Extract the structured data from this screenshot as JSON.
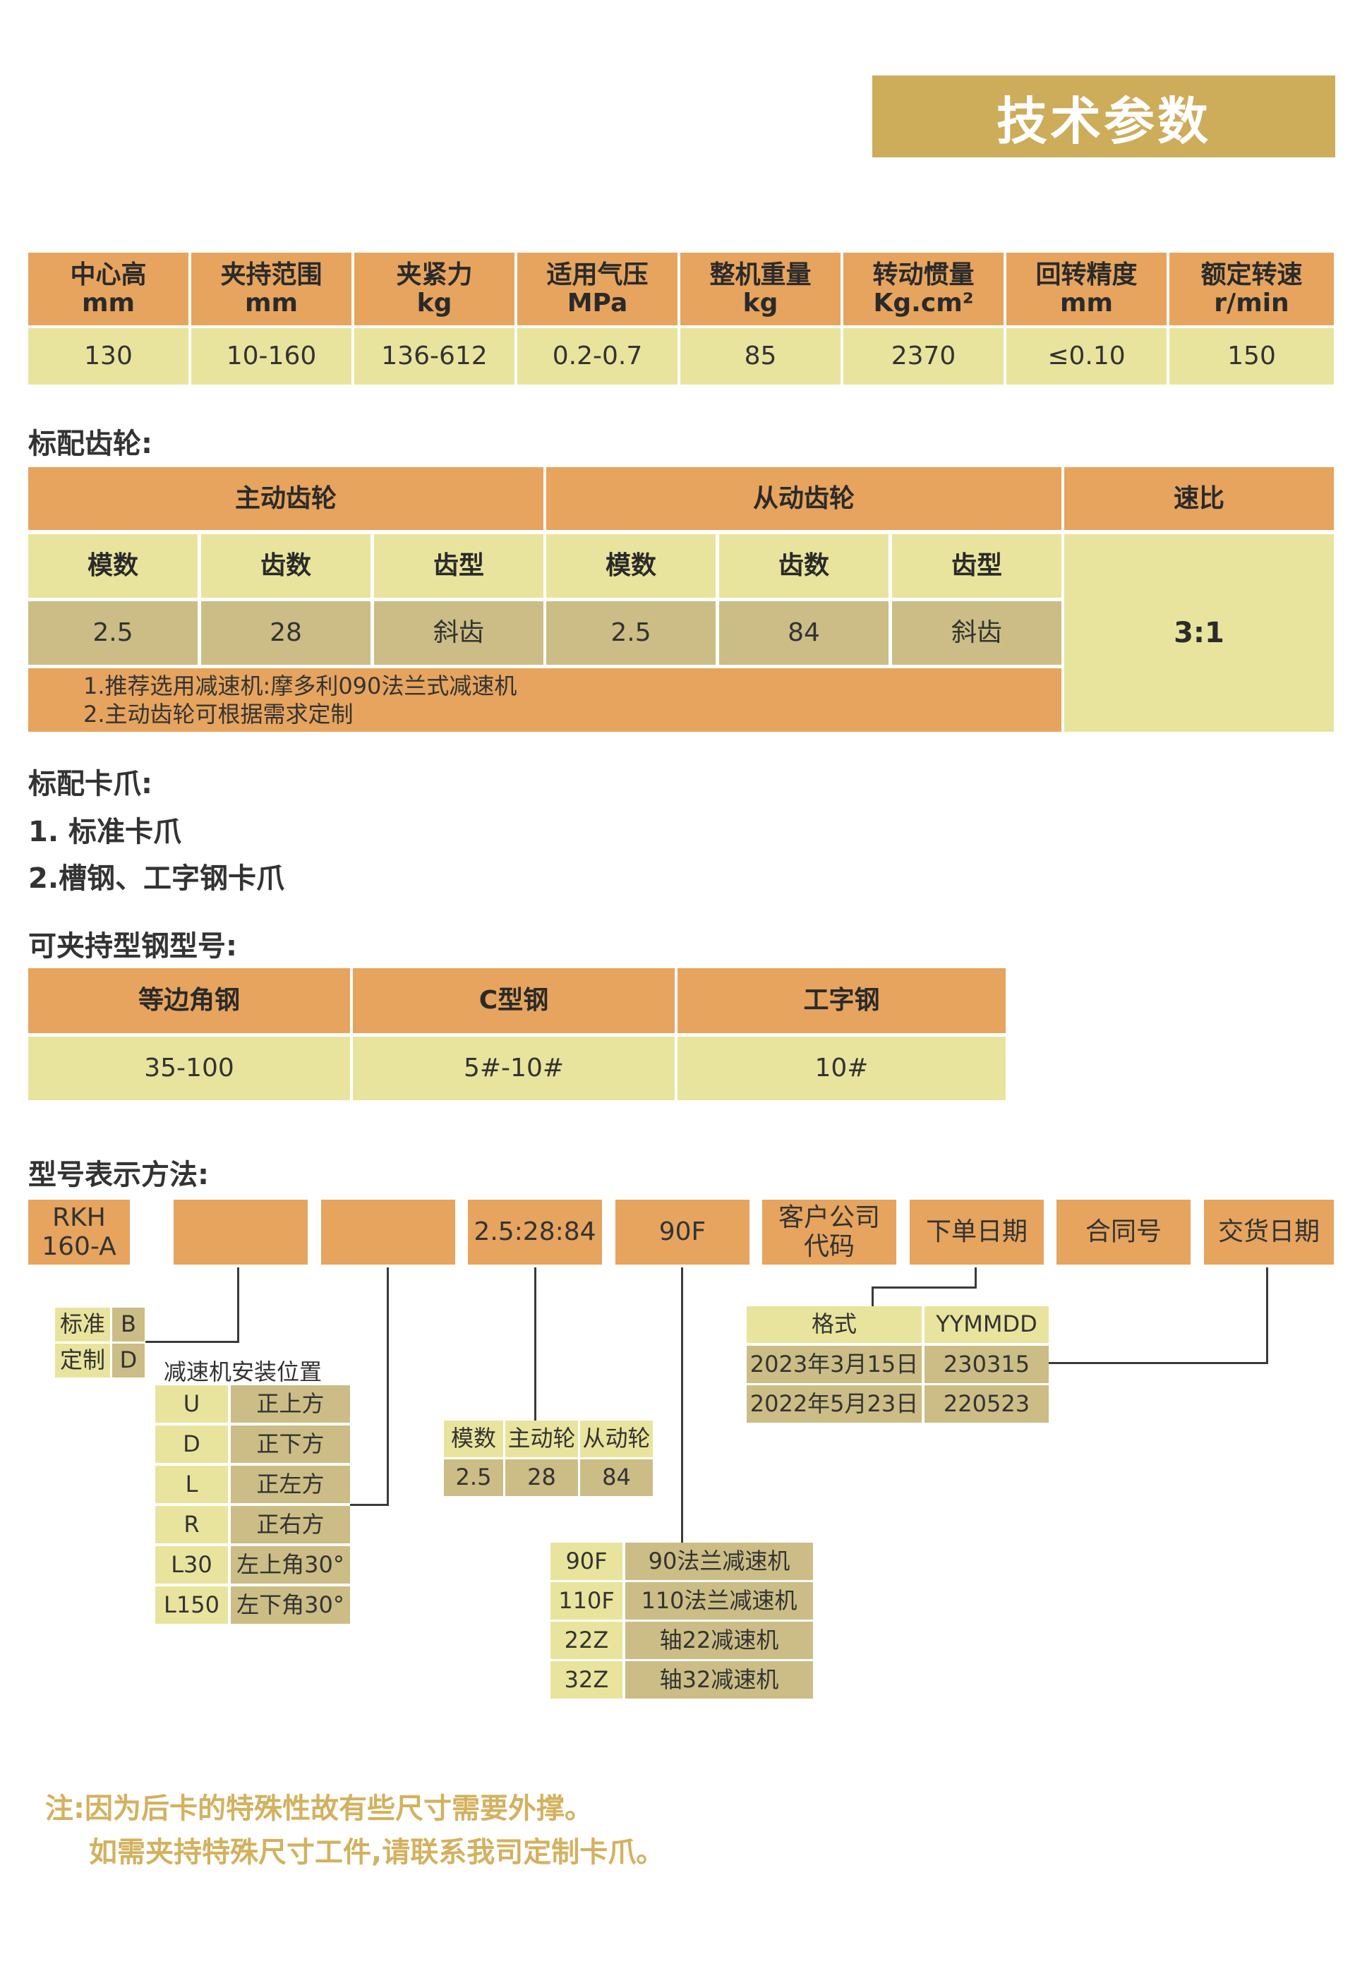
{
  "title": "技术参数",
  "colors": {
    "title_bar": "#cdac5a",
    "header": "#e6a45e",
    "value": "#e9e49d",
    "khaki": "#cbbd85",
    "note": "#d3b15f"
  },
  "specs": {
    "headers": [
      [
        "中心高",
        "mm"
      ],
      [
        "夹持范围",
        "mm"
      ],
      [
        "夹紧力",
        "kg"
      ],
      [
        "适用气压",
        "MPa"
      ],
      [
        "整机重量",
        "kg"
      ],
      [
        "转动惯量",
        "Kg.cm²"
      ],
      [
        "回转精度",
        "mm"
      ],
      [
        "额定转速",
        "r/min"
      ]
    ],
    "values": [
      "130",
      "10-160",
      "136-612",
      "0.2-0.7",
      "85",
      "2370",
      "≤0.10",
      "150"
    ]
  },
  "gear": {
    "label": "标配齿轮:",
    "driving": "主动齿轮",
    "driven": "从动齿轮",
    "ratio_header": "速比",
    "sub_headers": [
      "模数",
      "齿数",
      "齿型",
      "模数",
      "齿数",
      "齿型"
    ],
    "values": [
      "2.5",
      "28",
      "斜齿",
      "2.5",
      "84",
      "斜齿"
    ],
    "ratio": "3:1",
    "notes": [
      "1.推荐选用减速机:摩多利090法兰式减速机",
      "2.主动齿轮可根据需求定制"
    ]
  },
  "jaw": {
    "label": "标配卡爪:",
    "items": [
      "1. 标准卡爪",
      "2.槽钢、工字钢卡爪"
    ]
  },
  "steel": {
    "label": "可夹持型钢型号:",
    "headers": [
      "等边角钢",
      "C型钢",
      "工字钢"
    ],
    "values": [
      "35-100",
      "5#-10#",
      "10#"
    ]
  },
  "model": {
    "label": "型号表示方法:",
    "boxes": [
      "RKH\n160-A",
      "",
      "",
      "2.5:28:84",
      "90F",
      "客户公司\n代码",
      "下单日期",
      "合同号",
      "交货日期"
    ],
    "type_table": [
      [
        "标准",
        "B"
      ],
      [
        "定制",
        "D"
      ]
    ],
    "mount_title": "减速机安装位置",
    "mount_table": [
      [
        "U",
        "正上方"
      ],
      [
        "D",
        "正下方"
      ],
      [
        "L",
        "正左方"
      ],
      [
        "R",
        "正右方"
      ],
      [
        "L30",
        "左上角30°"
      ],
      [
        "L150",
        "左下角30°"
      ]
    ],
    "gear_table": {
      "headers": [
        "模数",
        "主动轮",
        "从动轮"
      ],
      "values": [
        "2.5",
        "28",
        "84"
      ]
    },
    "reducer_table": [
      [
        "90F",
        "90法兰减速机"
      ],
      [
        "110F",
        "110法兰减速机"
      ],
      [
        "22Z",
        "轴22减速机"
      ],
      [
        "32Z",
        "轴32减速机"
      ]
    ],
    "date_table": [
      [
        "格式",
        "YYMMDD"
      ],
      [
        "2023年3月15日",
        "230315"
      ],
      [
        "2022年5月23日",
        "220523"
      ]
    ]
  },
  "note": [
    "注:因为后卡的特殊性故有些尺寸需要外撑。",
    "如需夹持特殊尺寸工件,请联系我司定制卡爪。"
  ]
}
